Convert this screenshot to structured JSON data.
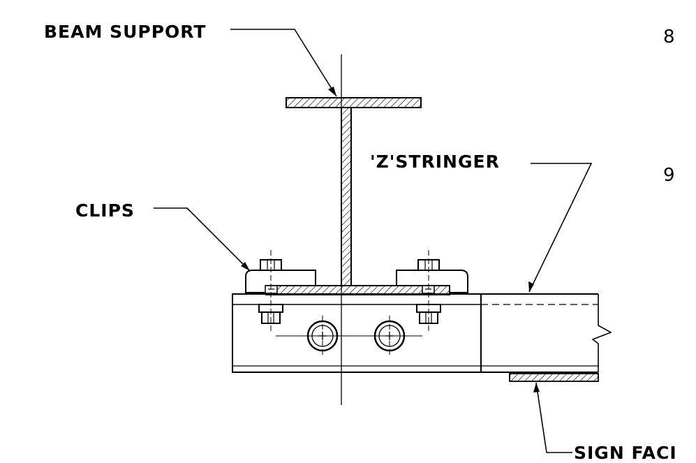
{
  "labels": {
    "beam_support": "BEAM SUPPORT",
    "z_stringer": "'Z'STRINGER",
    "clips": "CLIPS",
    "sign_face": "SIGN FACI"
  },
  "margin_numbers": {
    "first": "8",
    "second": "9"
  },
  "colors": {
    "ink": "#000000",
    "paper": "#ffffff"
  }
}
